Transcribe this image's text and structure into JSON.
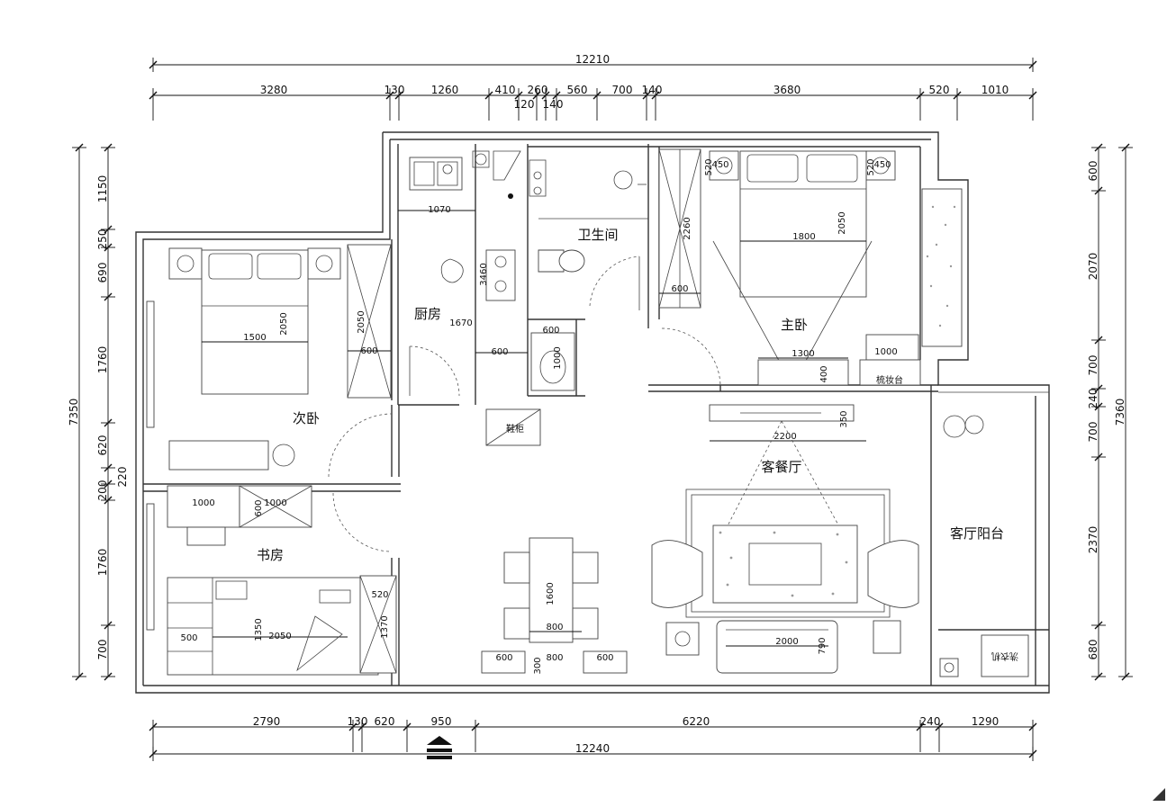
{
  "dims_top_total": "12210",
  "dims_top": [
    "3280",
    "130",
    "1260",
    "410",
    "260",
    "120",
    "140",
    "560",
    "700",
    "140",
    "3680",
    "520",
    "1010"
  ],
  "dims_bottom": [
    "2790",
    "130",
    "620",
    "950",
    "6220",
    "240",
    "1290"
  ],
  "dims_bottom_total": "12240",
  "dims_left": [
    "1150",
    "250",
    "690",
    "1760",
    "620",
    "220",
    "200",
    "1760",
    "700"
  ],
  "dims_left_total": "7350",
  "dims_right": [
    "600",
    "2070",
    "700",
    "240",
    "700",
    "2370",
    "680"
  ],
  "dims_right_total": "7360",
  "rooms": {
    "kitchen": "厨房",
    "bathroom": "卫生间",
    "master_bedroom": "主卧",
    "second_bedroom": "次卧",
    "study": "书房",
    "living_dining": "客餐厅",
    "balcony": "客厅阳台",
    "vanity": "梳妆台",
    "shoe_cabinet": "鞋柜",
    "washer": "洗衣机"
  },
  "inner_dims": {
    "k1070": "1070",
    "k1670": "1670",
    "k3460": "3460",
    "k600": "600",
    "b600": "600",
    "b1000": "1000",
    "w2260": "2260",
    "w600": "600",
    "m450a": "450",
    "m450b": "450",
    "m520a": "520",
    "m520b": "520",
    "m2050": "2050",
    "m1800": "1800",
    "m1300": "1300",
    "m1000": "1000",
    "m400": "400",
    "s2050a": "2050",
    "s2050b": "2050",
    "s1500": "1500",
    "s600": "600",
    "tv2200": "2200",
    "tv350": "350",
    "st1000a": "1000",
    "st1000b": "1000",
    "st600": "600",
    "st520": "520",
    "st1370": "1370",
    "st1350": "1350",
    "st2050": "2050",
    "st500": "500",
    "dt1600": "1600",
    "dt800a": "800",
    "dt800b": "800",
    "dt300": "300",
    "dt600a": "600",
    "dt600b": "600",
    "sofa2000": "2000",
    "sofa790": "790"
  }
}
